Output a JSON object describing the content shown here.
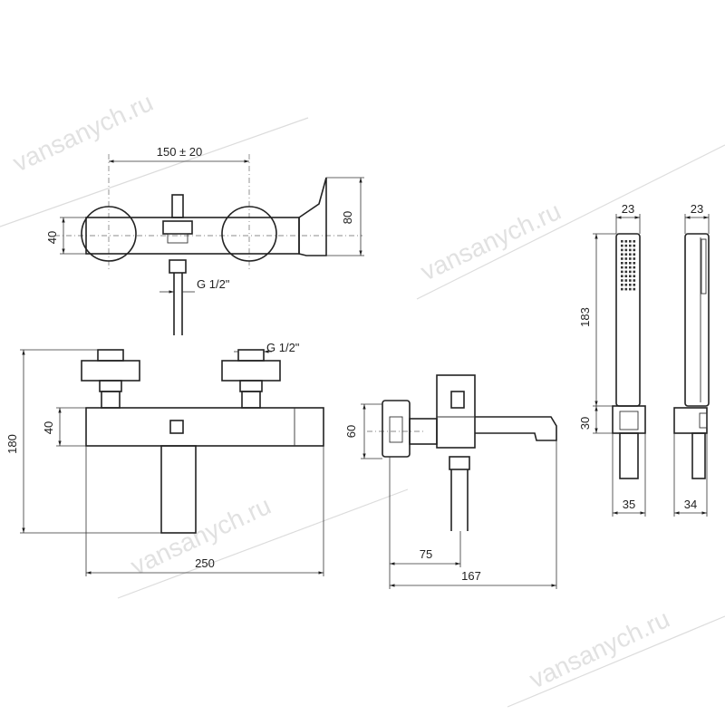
{
  "watermark": "vansanych.ru",
  "dimensions": {
    "top_spacing": "150 ± 20",
    "top_height_left": "40",
    "top_height_right": "80",
    "thread_top": "G 1/2\"",
    "thread_front": "G 1/2\"",
    "front_total_height": "180",
    "front_body_height": "40",
    "front_width": "250",
    "side_height": "60",
    "side_offset": "75",
    "side_depth": "167",
    "shower_width_front": "23",
    "shower_width_side": "23",
    "shower_length": "183",
    "holder_height": "30",
    "holder_width_front": "35",
    "holder_width_side": "34"
  }
}
